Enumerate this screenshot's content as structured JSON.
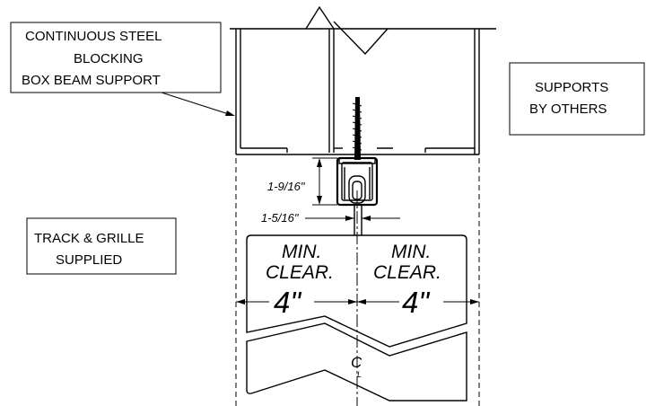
{
  "notes": {
    "blocking": [
      "CONTINUOUS STEEL",
      "BLOCKING",
      "BOX BEAM SUPPORT"
    ],
    "supports": [
      "SUPPORTS",
      "BY OTHERS"
    ],
    "track": [
      "TRACK & GRILLE",
      "SUPPLIED"
    ]
  },
  "dimensions": {
    "vertical": "1-9/16\"",
    "horizontal": "1-5/16\"",
    "left_clear": [
      "MIN.",
      "CLEAR."
    ],
    "right_clear": [
      "MIN.",
      "CLEAR."
    ],
    "left_value": "4\"",
    "right_value": "4\""
  },
  "centerline_symbol": "C",
  "centerline_subscript": "L"
}
